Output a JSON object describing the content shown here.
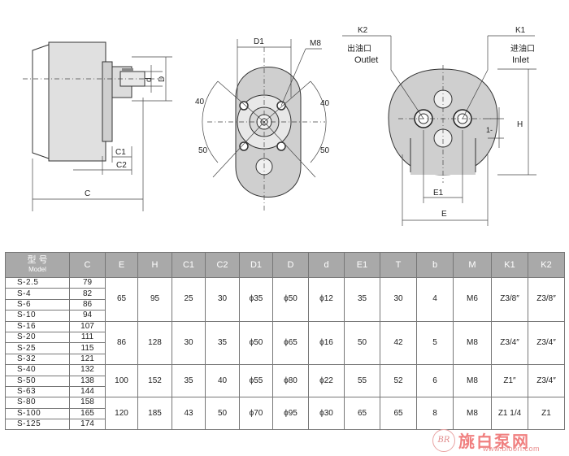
{
  "drawing": {
    "side_view": {
      "d_label": "d",
      "D_label": "D",
      "C1_label": "C1",
      "C2_label": "C2",
      "C_label": "C"
    },
    "front_view": {
      "D1_label": "D1",
      "M8_label": "M8",
      "angle_left_top": "40",
      "angle_left_bottom": "50",
      "angle_right_top": "40",
      "angle_right_bottom": "50"
    },
    "rear_view": {
      "K2_label": "K2",
      "K2_cn": "出油口",
      "K2_en": "Outlet",
      "K1_label": "K1",
      "K1_cn": "进油口",
      "K1_en": "Inlet",
      "I_label": "1-",
      "H_label": "H",
      "E1_label": "E1",
      "E_label": "E"
    }
  },
  "table": {
    "headers": [
      {
        "main": "型 号",
        "sub": "Model"
      },
      {
        "main": "C"
      },
      {
        "main": "E"
      },
      {
        "main": "H"
      },
      {
        "main": "C1"
      },
      {
        "main": "C2"
      },
      {
        "main": "D1"
      },
      {
        "main": "D"
      },
      {
        "main": "d"
      },
      {
        "main": "E1"
      },
      {
        "main": "T"
      },
      {
        "main": "b"
      },
      {
        "main": "M"
      },
      {
        "main": "K1"
      },
      {
        "main": "K2"
      }
    ],
    "groups": [
      {
        "rows": [
          [
            "S-2.5",
            "79"
          ],
          [
            "S-4",
            "82"
          ],
          [
            "S-6",
            "86"
          ],
          [
            "S-10",
            "94"
          ]
        ],
        "values": [
          "65",
          "95",
          "25",
          "30",
          "ϕ35",
          "ϕ50",
          "ϕ12",
          "35",
          "30",
          "4",
          "M6",
          "Z3/8″",
          "Z3/8″"
        ]
      },
      {
        "rows": [
          [
            "S-16",
            "107"
          ],
          [
            "S-20",
            "111"
          ],
          [
            "S-25",
            "115"
          ],
          [
            "S-32",
            "121"
          ]
        ],
        "values": [
          "86",
          "128",
          "30",
          "35",
          "ϕ50",
          "ϕ65",
          "ϕ16",
          "50",
          "42",
          "5",
          "M8",
          "Z3/4″",
          "Z3/4″"
        ]
      },
      {
        "rows": [
          [
            "S-40",
            "132"
          ],
          [
            "S-50",
            "138"
          ],
          [
            "S-63",
            "144"
          ]
        ],
        "values": [
          "100",
          "152",
          "35",
          "40",
          "ϕ55",
          "ϕ80",
          "ϕ22",
          "55",
          "52",
          "6",
          "M8",
          "Z1″",
          "Z3/4″"
        ]
      },
      {
        "rows": [
          [
            "S-80",
            "158"
          ],
          [
            "S-100",
            "165"
          ],
          [
            "S-125",
            "174"
          ]
        ],
        "values": [
          "120",
          "185",
          "43",
          "50",
          "ϕ70",
          "ϕ95",
          "ϕ30",
          "65",
          "65",
          "8",
          "M8",
          "Z1 1/4",
          "Z1"
        ]
      }
    ]
  },
  "watermark": {
    "logo": "BR",
    "cn": "旐白泵网",
    "url": "www.bloori.com"
  }
}
